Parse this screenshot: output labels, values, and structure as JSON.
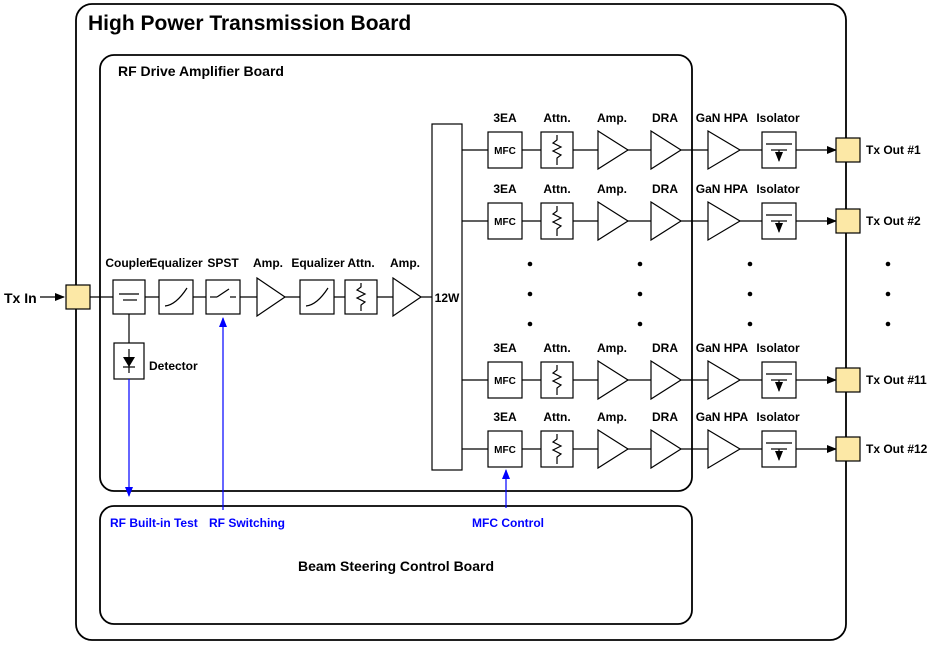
{
  "boards": {
    "outer": "High Power Transmission Board",
    "drive": "RF Drive Amplifier Board",
    "beam": "Beam Steering Control Board"
  },
  "input": {
    "label": "Tx In"
  },
  "chain": {
    "coupler": "Coupler",
    "equalizer1": "Equalizer",
    "spst": "SPST",
    "amp1": "Amp.",
    "equalizer2": "Equalizer",
    "attn": "Attn.",
    "amp2": "Amp.",
    "detector": "Detector",
    "splitter": "12W"
  },
  "channel_labels": {
    "tea": "3EA",
    "mfc": "MFC",
    "attn": "Attn.",
    "amp": "Amp.",
    "dra": "DRA",
    "hpa": "GaN HPA",
    "isolator": "Isolator"
  },
  "outputs": [
    "Tx Out #1",
    "Tx Out #2",
    "Tx Out #11",
    "Tx Out #12"
  ],
  "control_signals": {
    "bit": "RF Built-in Test",
    "switching": "RF Switching",
    "mfc": "MFC Control"
  },
  "colors": {
    "port": "#fce8a6",
    "control": "#0000ff"
  }
}
